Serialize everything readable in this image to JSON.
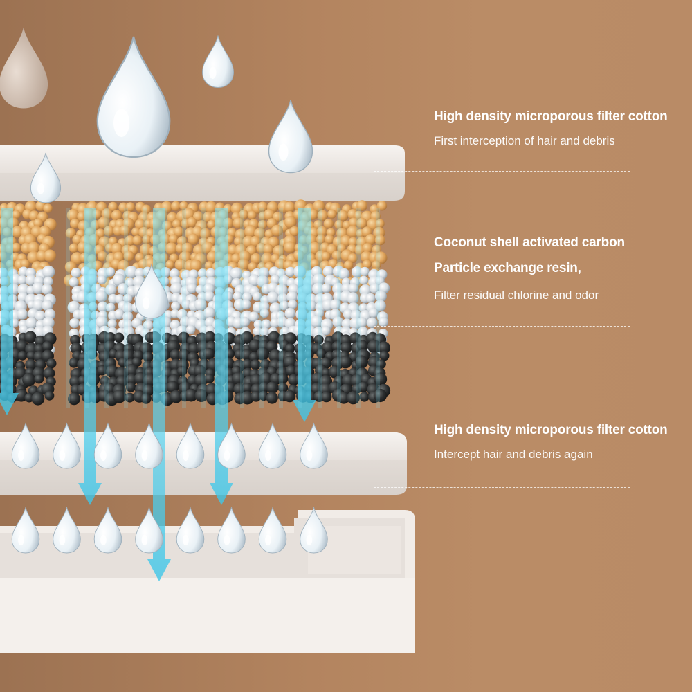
{
  "layers": [
    {
      "title": "High density microporous filter cotton",
      "description": "First interception of hair and debris"
    },
    {
      "title": "Coconut shell activated carbon",
      "subtitle": "Particle exchange resin,",
      "description": "Filter residual chlorine and odor"
    },
    {
      "title": "High density microporous filter cotton",
      "description": "Intercept hair and debris again"
    }
  ],
  "colors": {
    "background": "#b3845f",
    "filter_plate": "#f3eee9",
    "carbon_top": "#e0a75a",
    "resin_middle": "#d9dcde",
    "carbon_bottom": "#2c2c2c",
    "flow_arrow": "#5fd3ee"
  },
  "icons": [
    "water-drop-icon",
    "flow-arrow-icon"
  ]
}
